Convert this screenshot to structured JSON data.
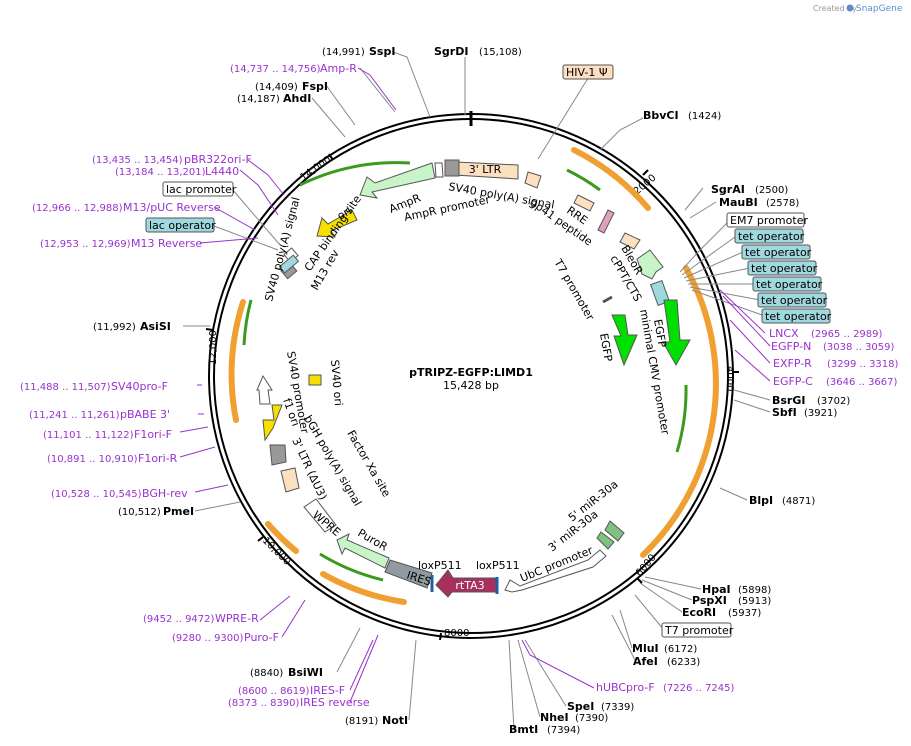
{
  "plasmid": {
    "name": "pTRIPZ-EGFP:LIMD1",
    "length": "15,428 bp"
  },
  "credit": {
    "created_by": "Created by",
    "brand": "SnapGene"
  },
  "ticks": [
    "2000",
    "4000",
    "6000",
    "8000",
    "10,000",
    "12,000",
    "14,000"
  ],
  "sites": {
    "sspi": {
      "name": "SspI",
      "pos": "(14,991)"
    },
    "sgrdi": {
      "name": "SgrDI",
      "pos": "(15,108)"
    },
    "fspi": {
      "name": "FspI",
      "pos": "(14,409)"
    },
    "ahdi": {
      "name": "AhdI",
      "pos": "(14,187)"
    },
    "bbvci": {
      "name": "BbvCI",
      "pos": "(1424)"
    },
    "sgrai": {
      "name": "SgrAI",
      "pos": "(2500)"
    },
    "maubi": {
      "name": "MauBI",
      "pos": "(2578)"
    },
    "bsrgi": {
      "name": "BsrGI",
      "pos": "(3702)"
    },
    "sbfi": {
      "name": "SbfI",
      "pos": "(3921)"
    },
    "blpi": {
      "name": "BlpI",
      "pos": "(4871)"
    },
    "hpai": {
      "name": "HpaI",
      "pos": "(5898)"
    },
    "pspxi": {
      "name": "PspXI",
      "pos": "(5913)"
    },
    "ecori": {
      "name": "EcoRI",
      "pos": "(5937)"
    },
    "mlui": {
      "name": "MluI",
      "pos": "(6172)"
    },
    "afei": {
      "name": "AfeI",
      "pos": "(6233)"
    },
    "spei": {
      "name": "SpeI",
      "pos": "(7339)"
    },
    "nhei": {
      "name": "NheI",
      "pos": "(7390)"
    },
    "bmti": {
      "name": "BmtI",
      "pos": "(7394)"
    },
    "noti": {
      "name": "NotI",
      "pos": "(8191)"
    },
    "bsiwi": {
      "name": "BsiWI",
      "pos": "(8840)"
    },
    "pmei": {
      "name": "PmeI",
      "pos": "(10,512)"
    },
    "asisi": {
      "name": "AsiSI",
      "pos": "(11,992)"
    }
  },
  "primers": {
    "ampr": {
      "name": "Amp-R",
      "pos": "(14,737 .. 14,756)"
    },
    "pbr322": {
      "name": "pBR322ori-F",
      "pos": "(13,435 .. 13,454)"
    },
    "l4440": {
      "name": "L4440",
      "pos": "(13,184 .. 13,201)"
    },
    "m13puc": {
      "name": "M13/pUC Reverse",
      "pos": "(12,966 .. 12,988)"
    },
    "m13rev": {
      "name": "M13 Reverse",
      "pos": "(12,953 .. 12,969)"
    },
    "lncx": {
      "name": "LNCX",
      "pos": "(2965 .. 2989)"
    },
    "egfpn": {
      "name": "EGFP-N",
      "pos": "(3038 .. 3059)"
    },
    "exfpr": {
      "name": "EXFP-R",
      "pos": "(3299 .. 3318)"
    },
    "egfpc": {
      "name": "EGFP-C",
      "pos": "(3646 .. 3667)"
    },
    "hubc": {
      "name": "hUBCpro-F",
      "pos": "(7226 .. 7245)"
    },
    "sv40pro": {
      "name": "SV40pro-F",
      "pos": "(11,488 .. 11,507)"
    },
    "pbabe": {
      "name": "pBABE 3'",
      "pos": "(11,241 .. 11,261)"
    },
    "f1orif": {
      "name": "F1ori-F",
      "pos": "(11,101 .. 11,122)"
    },
    "f1orir": {
      "name": "F1ori-R",
      "pos": "(10,891 .. 10,910)"
    },
    "bghrev": {
      "name": "BGH-rev",
      "pos": "(10,528 .. 10,545)"
    },
    "wprer": {
      "name": "WPRE-R",
      "pos": "(9452 .. 9472)"
    },
    "purof": {
      "name": "Puro-F",
      "pos": "(9280 .. 9300)"
    },
    "iresf": {
      "name": "IRES-F",
      "pos": "(8600 .. 8619)"
    },
    "iresrev": {
      "name": "IRES reverse",
      "pos": "(8373 .. 8390)"
    }
  },
  "boxes": {
    "hiv": "HIV-1 Ψ",
    "lac_promoter": "lac promoter",
    "lac_operator": "lac operator",
    "em7": "EM7 promoter",
    "tet": "tet operator",
    "t7": "T7 promoter"
  },
  "features": {
    "ltr3": "3' LTR",
    "sv40polya_top": "SV40 poly(A) signal",
    "ampr": "AmpR",
    "ampr_promoter": "AmpR promoter",
    "rre": "RRE",
    "gp41": "gp41 peptide",
    "ori": "ori",
    "cap": "CAP binding site",
    "m13rev": "M13 rev",
    "bleor": "BleoR",
    "cppt": "cPPT/CTS",
    "t7promoter": "T7 promoter",
    "egfp1": "EGFP",
    "egfp2": "EGFP",
    "mincmv": "minimal CMV promoter",
    "sv40polya_left": "SV40 poly(A) signal",
    "sv40promoter": "SV40 promoter",
    "f1ori": "f1 ori",
    "sv40ori": "SV40 ori",
    "bgh": "bGH poly(A) signal",
    "ltr3du3": "3' LTR (ΔU3)",
    "factorxa": "Factor Xa site",
    "wpre": "WPRE",
    "puror": "PuroR",
    "ires": "IRES",
    "loxp1": "loxP511",
    "loxp2": "loxP511",
    "rtta3": "rtTA3",
    "ubc": "UbC promoter",
    "mir5": "5' miR-30a",
    "mir3": "3' miR-30a"
  }
}
